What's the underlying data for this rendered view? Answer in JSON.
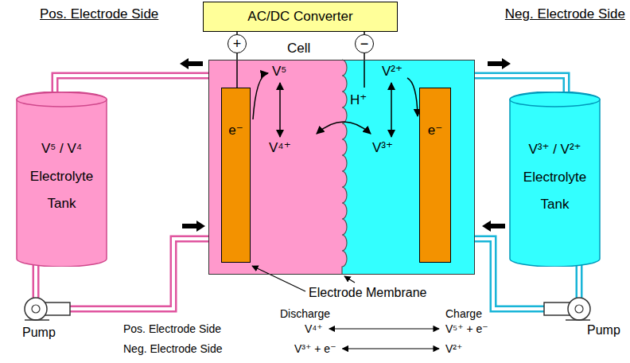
{
  "diagram": {
    "nodes": [
      {
        "text": [
          "AC/DC Converter"
        ]
      },
      {
        "text": [
          "+"
        ]
      },
      {
        "text": [
          "−"
        ]
      },
      {
        "text": [
          "V⁵ / V⁴",
          "Electrolyte Tank"
        ]
      },
      {
        "text": [
          "Cell"
        ]
      },
      {
        "text": [
          "e⁻"
        ],
        "in": 4
      },
      {
        "text": [
          "e⁻"
        ],
        "in": 4
      },
      {
        "text": [
          "V³⁺ / V²⁺",
          "Electrolyte Tank"
        ]
      }
    ],
    "edges": [
      {
        "from": 0,
        "to": 1,
        "arrow": "none"
      },
      {
        "from": 0,
        "to": 2,
        "arrow": "none"
      },
      {
        "from": 1,
        "to": 5,
        "arrow": "none"
      },
      {
        "from": 2,
        "to": 6,
        "arrow": "none"
      },
      {
        "from": 4,
        "to": 3,
        "arrow": "none"
      },
      {
        "from": 3,
        "to": 4,
        "arrow": "none"
      },
      {
        "from": 4,
        "to": 7,
        "arrow": "none"
      },
      {
        "from": 7,
        "to": 4,
        "arrow": "none"
      }
    ],
    "labels": [
      "Pos. Electrode Side",
      "Neg. Electrode Side",
      "V⁵",
      "V⁴⁺",
      "H⁺",
      "V²⁺",
      "V³⁺",
      "Electrode Membrane",
      "Pump",
      "Discharge",
      "Charge",
      "Pump",
      "Pos. Electrode Side",
      "V⁴⁺",
      "V⁵⁺ + e⁻",
      "Neg. Electrode Side",
      "V³⁺ + e⁻",
      "V²⁺"
    ]
  }
}
